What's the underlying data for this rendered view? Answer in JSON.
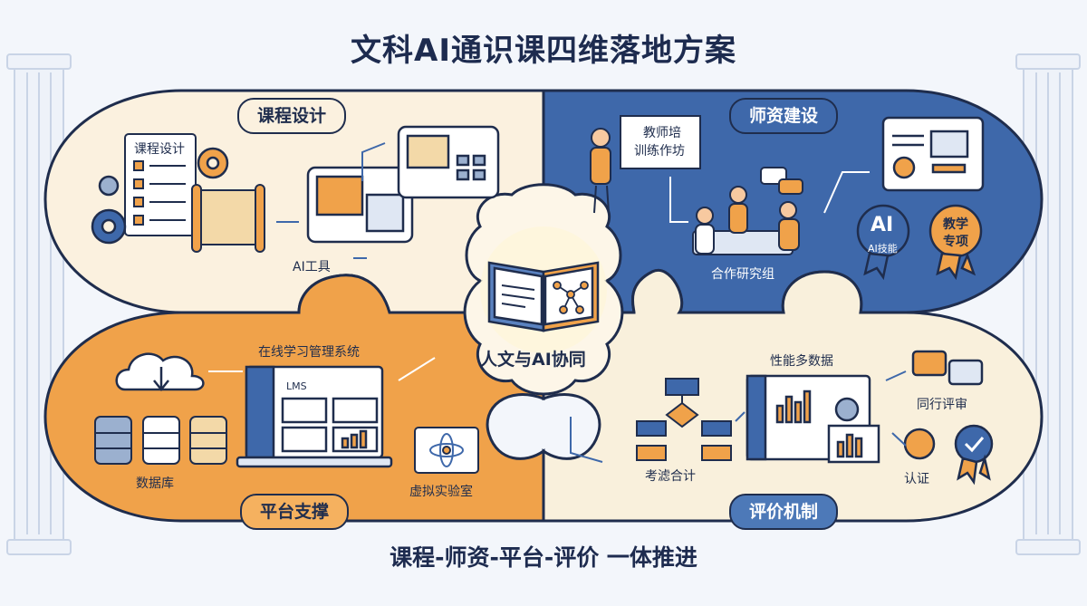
{
  "title": "文科AI通识课四维落地方案",
  "subtitle": "课程-师资-平台-评价  一体推进",
  "center": {
    "label": "人文与AI协同"
  },
  "quadrants": {
    "course": {
      "heading": "课程设计",
      "items": {
        "doc": "课程设计",
        "tools": "AI工具"
      }
    },
    "faculty": {
      "heading": "师资建设",
      "items": {
        "workshop_line1": "教师培",
        "workshop_line2": "训练作坊",
        "group": "合作研究组",
        "ai_skill_big": "AI",
        "ai_skill_small": "AI技能",
        "special_line1": "教学",
        "special_line2": "专项"
      }
    },
    "platform": {
      "heading": "平台支撑",
      "items": {
        "lms_title": "在线学习管理系统",
        "lms": "LMS",
        "database": "数据库",
        "lab": "虚拟实验室"
      }
    },
    "evaluation": {
      "heading": "评价机制",
      "items": {
        "perf": "性能多数据",
        "peer": "同行评审",
        "weighting": "考滤合计",
        "cert": "认证"
      }
    }
  },
  "colors": {
    "navy": "#1f2d4d",
    "cream": "#fbf1df",
    "blue": "#3e68aa",
    "orange": "#f0a24a",
    "pale": "#f9f0dc"
  },
  "icons": [
    "gear-icon",
    "checklist-icon",
    "scroll-icon",
    "tablet-icon",
    "cloud-icon",
    "database-icon",
    "laptop-icon",
    "atom-icon",
    "book-icon",
    "network-icon",
    "teacher-icon",
    "people-icon",
    "certificate-icon",
    "medal-icon",
    "chat-icon",
    "flowchart-icon",
    "chart-icon"
  ]
}
